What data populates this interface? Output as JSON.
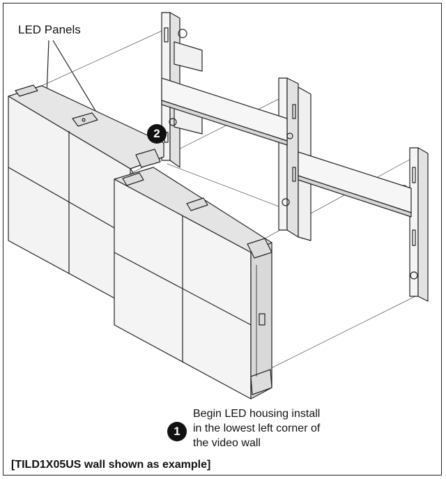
{
  "labels": {
    "panels": "LED Panels",
    "step1_number": "1",
    "step1_lines": [
      "Begin LED housing install",
      "in the lowest left corner of",
      "the video wall"
    ],
    "step2_number": "2",
    "caption": "[TILD1X05US wall shown as example]"
  },
  "colors": {
    "line": "#222222",
    "panel_face": "#f2f2f2",
    "panel_shade": "#dcdcdc",
    "badge": "#111111"
  }
}
